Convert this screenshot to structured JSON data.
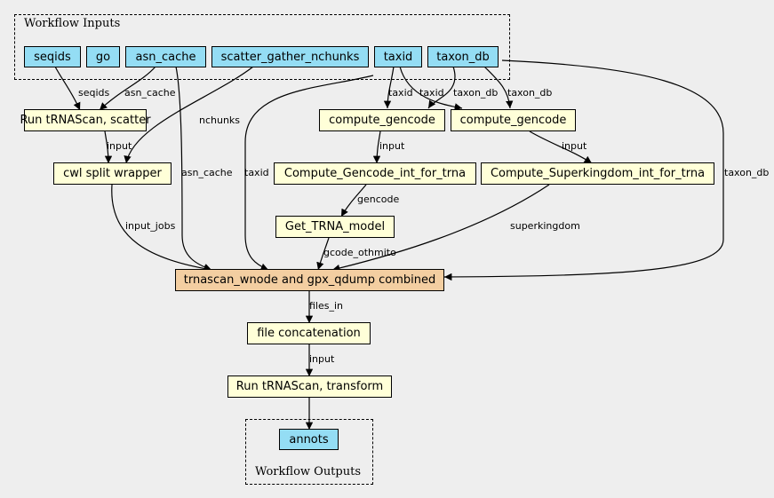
{
  "clusters": {
    "inputs_label": "Workflow Inputs",
    "outputs_label": "Workflow Outputs"
  },
  "nodes": {
    "seqids": "seqids",
    "go": "go",
    "asn_cache": "asn_cache",
    "scatter_gather_nchunks": "scatter_gather_nchunks",
    "taxid": "taxid",
    "taxon_db": "taxon_db",
    "run_trnascan_scatter": "Run tRNAScan, scatter",
    "cwl_split_wrapper": "cwl split wrapper",
    "compute_gencode_1": "compute_gencode",
    "compute_gencode_2": "compute_gencode",
    "compute_gencode_int": "Compute_Gencode_int_for_trna",
    "compute_superkingdom_int": "Compute_Superkingdom_int_for_trna",
    "get_trna_model": "Get_TRNA_model",
    "trnascan_combined": "trnascan_wnode and gpx_qdump combined",
    "file_concatenation": "file concatenation",
    "run_trnascan_transform": "Run tRNAScan, transform",
    "annots": "annots"
  },
  "edge_labels": {
    "seqids": "seqids",
    "asn_cache_1": "asn_cache",
    "nchunks": "nchunks",
    "taxid_a": "taxid",
    "taxid_b": "taxid",
    "taxon_db_a": "taxon_db",
    "taxon_db_b": "taxon_db",
    "input_split": "input",
    "input_gencode": "input",
    "input_superkingdom": "input",
    "asn_cache_2": "asn_cache",
    "taxid_c": "taxid",
    "taxon_db_c": "taxon_db",
    "gencode": "gencode",
    "input_jobs": "input_jobs",
    "superkingdom": "superkingdom",
    "gcode_othmito": "gcode_othmito",
    "files_in": "files_in",
    "input_concat": "input"
  },
  "colors": {
    "input_node": "#94ddf4",
    "step_node": "#ffffd8",
    "main_step_node": "#f3cea1",
    "background": "#eeeeee"
  }
}
